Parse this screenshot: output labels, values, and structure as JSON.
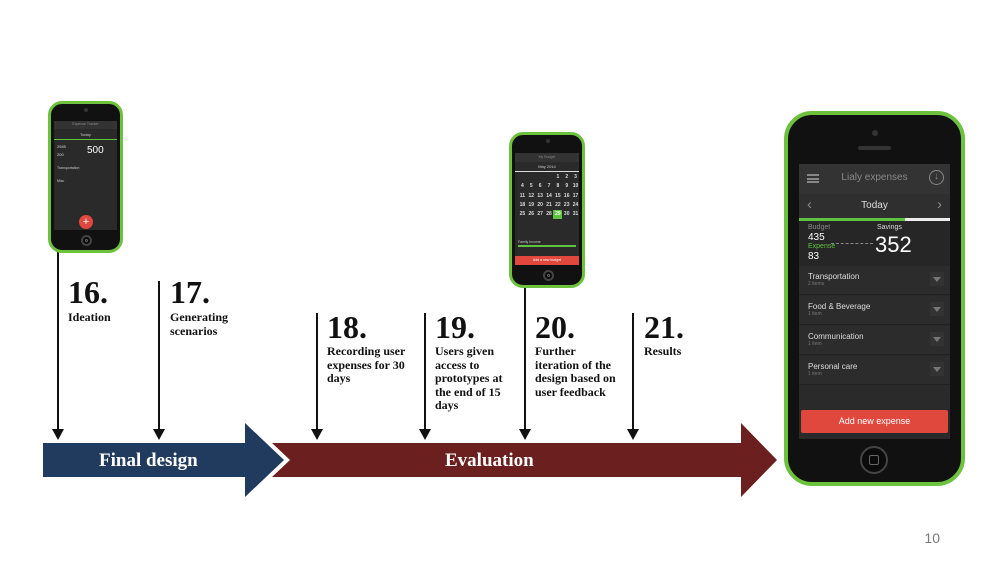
{
  "steps": [
    {
      "num": "16.",
      "text": "Ideation"
    },
    {
      "num": "17.",
      "text": "Generating scenarios"
    },
    {
      "num": "18.",
      "text": "Recording user expenses for 30 days"
    },
    {
      "num": "19.",
      "text": "Users given access to prototypes at the end of 15 days"
    },
    {
      "num": "20.",
      "text": "Further iteration of the design based on user feedback"
    },
    {
      "num": "21.",
      "text": "Results"
    }
  ],
  "phases": {
    "final_design": {
      "label": "Final design",
      "color": "#213b5e"
    },
    "evaluation": {
      "label": "Evaluation",
      "color": "#6b1f1e"
    }
  },
  "page_number": "10",
  "phone_small": {
    "title": "Expense Tracker",
    "nav": "Today",
    "value": "500",
    "left_top": "2945",
    "left_bottom": "200",
    "item1": "Transportation",
    "item2": "Misc"
  },
  "phone_calendar": {
    "title": "My Budget",
    "month": "May 2014",
    "days": [
      "",
      "",
      "",
      "",
      "1",
      "2",
      "3",
      "4",
      "5",
      "6",
      "7",
      "8",
      "9",
      "10",
      "11",
      "12",
      "13",
      "14",
      "15",
      "16",
      "17",
      "18",
      "19",
      "20",
      "21",
      "22",
      "23",
      "24",
      "25",
      "26",
      "27",
      "28",
      "29",
      "30",
      "31"
    ],
    "selected_day": "29",
    "label": "Family Income",
    "button": "Add a new budget"
  },
  "phone_large": {
    "title": "Lialy expenses",
    "nav": "Today",
    "budget_label": "Budget",
    "budget_value": "435",
    "expense_label": "Expense",
    "expense_value": "83",
    "savings_label": "Savings",
    "savings_value": "352",
    "items": [
      {
        "label": "Transportation",
        "sub": "2 items"
      },
      {
        "label": "Food & Beverage",
        "sub": "1 item"
      },
      {
        "label": "Communication",
        "sub": "1 item"
      },
      {
        "label": "Personal care",
        "sub": "1 item"
      }
    ],
    "button": "Add new expense"
  },
  "colors": {
    "accent_green": "#5ec33f",
    "button_red": "#e0483d",
    "phone_border": "#6cc13d"
  }
}
